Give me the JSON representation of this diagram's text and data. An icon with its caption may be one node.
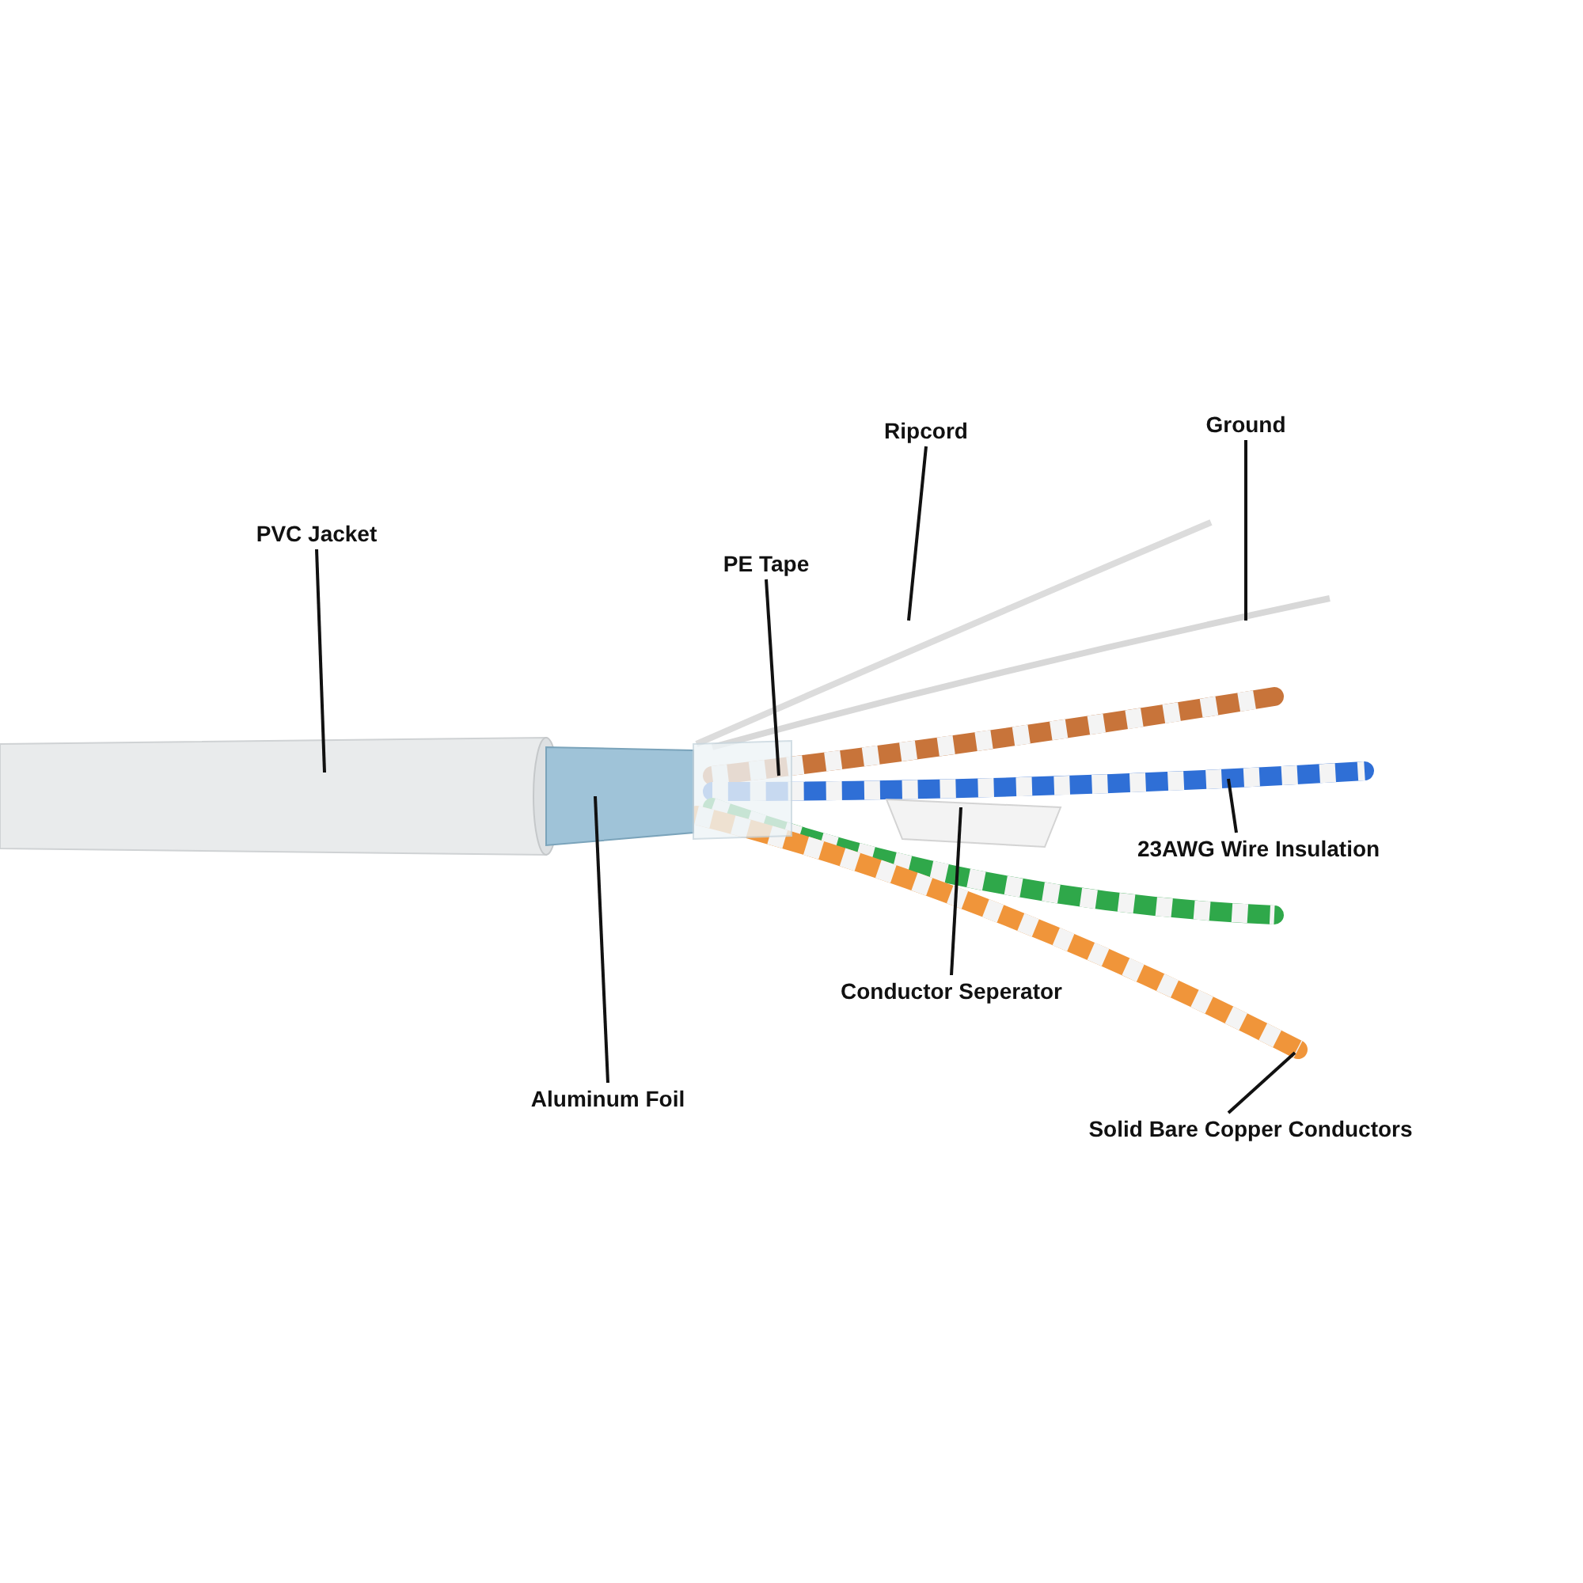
{
  "diagram": {
    "nodes": [
      {
        "text": [
          "Ripcord"
        ]
      },
      {
        "text": [
          "Ground"
        ]
      },
      {
        "text": [
          "PVC Jacket"
        ]
      },
      {
        "text": [
          "PE Tape"
        ]
      },
      {
        "text": [
          "23AWG Wire Insulation"
        ]
      },
      {
        "text": [
          "Conductor Seperator"
        ]
      },
      {
        "text": [
          "Aluminum Foil"
        ]
      },
      {
        "text": [
          "Solid Bare Copper Conductors"
        ]
      }
    ],
    "edges": [
      {
        "from": 0,
        "to": null,
        "arrow": "none"
      },
      {
        "from": 1,
        "to": null,
        "arrow": "none"
      },
      {
        "from": 2,
        "to": null,
        "arrow": "none"
      },
      {
        "from": 3,
        "to": null,
        "arrow": "none"
      },
      {
        "from": 4,
        "to": null,
        "arrow": "none"
      },
      {
        "from": 5,
        "to": null,
        "arrow": "none"
      },
      {
        "from": 6,
        "to": null,
        "arrow": "none"
      },
      {
        "from": 7,
        "to": null,
        "arrow": "none"
      }
    ]
  }
}
